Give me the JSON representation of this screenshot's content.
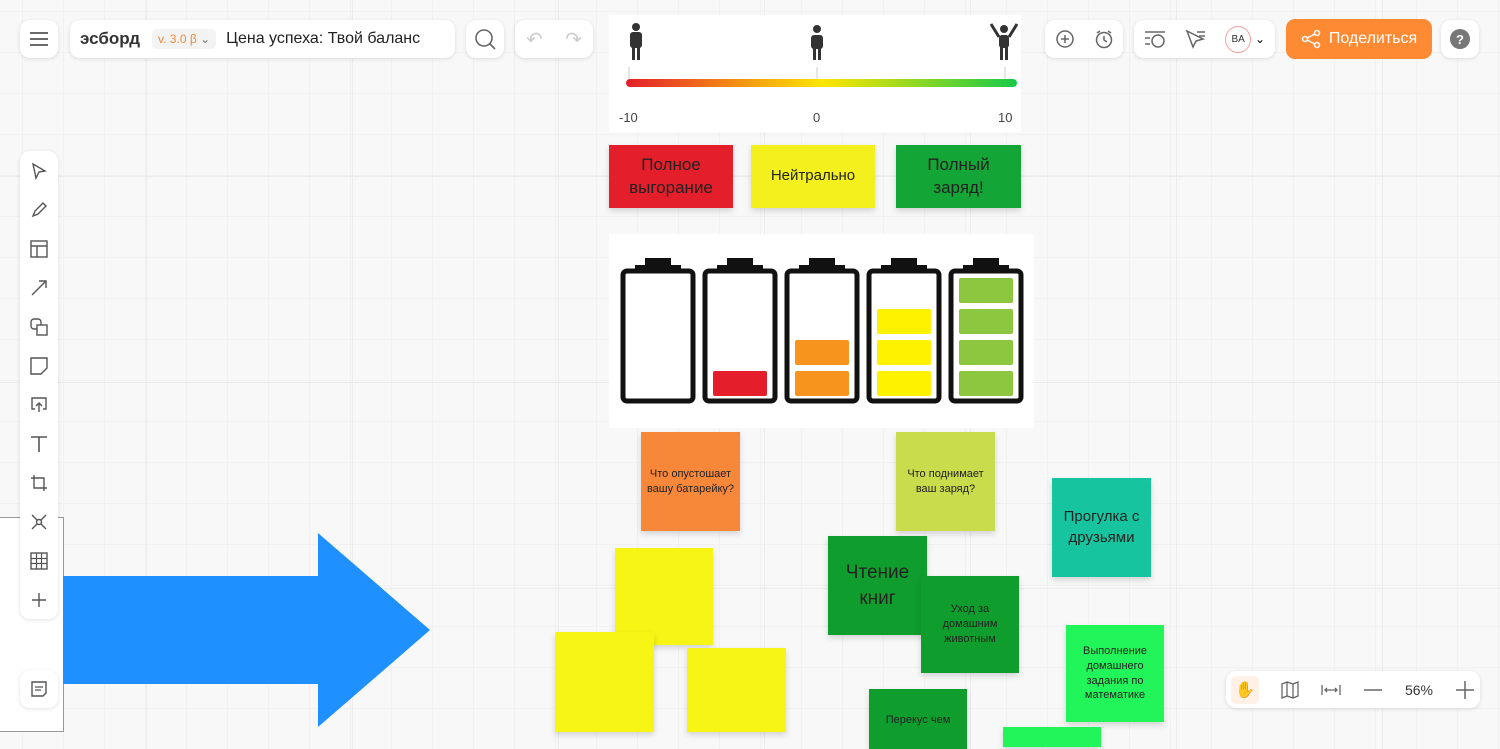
{
  "header": {
    "brand": "эсборд",
    "version": "v. 3.0 β",
    "board_title": "Цена успеха: Твой баланс",
    "share_label": "Поделиться",
    "avatar_initials": "BA"
  },
  "scale": {
    "min": "-10",
    "mid": "0",
    "max": "10"
  },
  "labels": [
    {
      "text": "Полное выгорание",
      "color": "#e41e2b"
    },
    {
      "text": "Нейтрально",
      "color": "#f4f01e"
    },
    {
      "text": "Полный заряд!",
      "color": "#13a536"
    }
  ],
  "batteries": [
    {
      "level": 0,
      "color": "#e41e2b"
    },
    {
      "level": 1,
      "color": "#e41e2b"
    },
    {
      "level": 2,
      "color": "#f7941d"
    },
    {
      "level": 3,
      "color": "#fff200"
    },
    {
      "level": 4,
      "color": "#8dc63f"
    }
  ],
  "stickies": {
    "drain": "Что опустошает вашу батарейку?",
    "charge": "Что поднимает ваш заряд?",
    "walk": "Прогулка с друзьями",
    "reading": "Чтение книг",
    "pets": "Уход за домашним животным",
    "homework": "Выполнение домашнего задания по математике",
    "snack": "Перекус чем"
  },
  "zoom": {
    "level": "56%"
  },
  "colors": {
    "accent": "#ff8a34",
    "arrow": "#1e90ff"
  }
}
